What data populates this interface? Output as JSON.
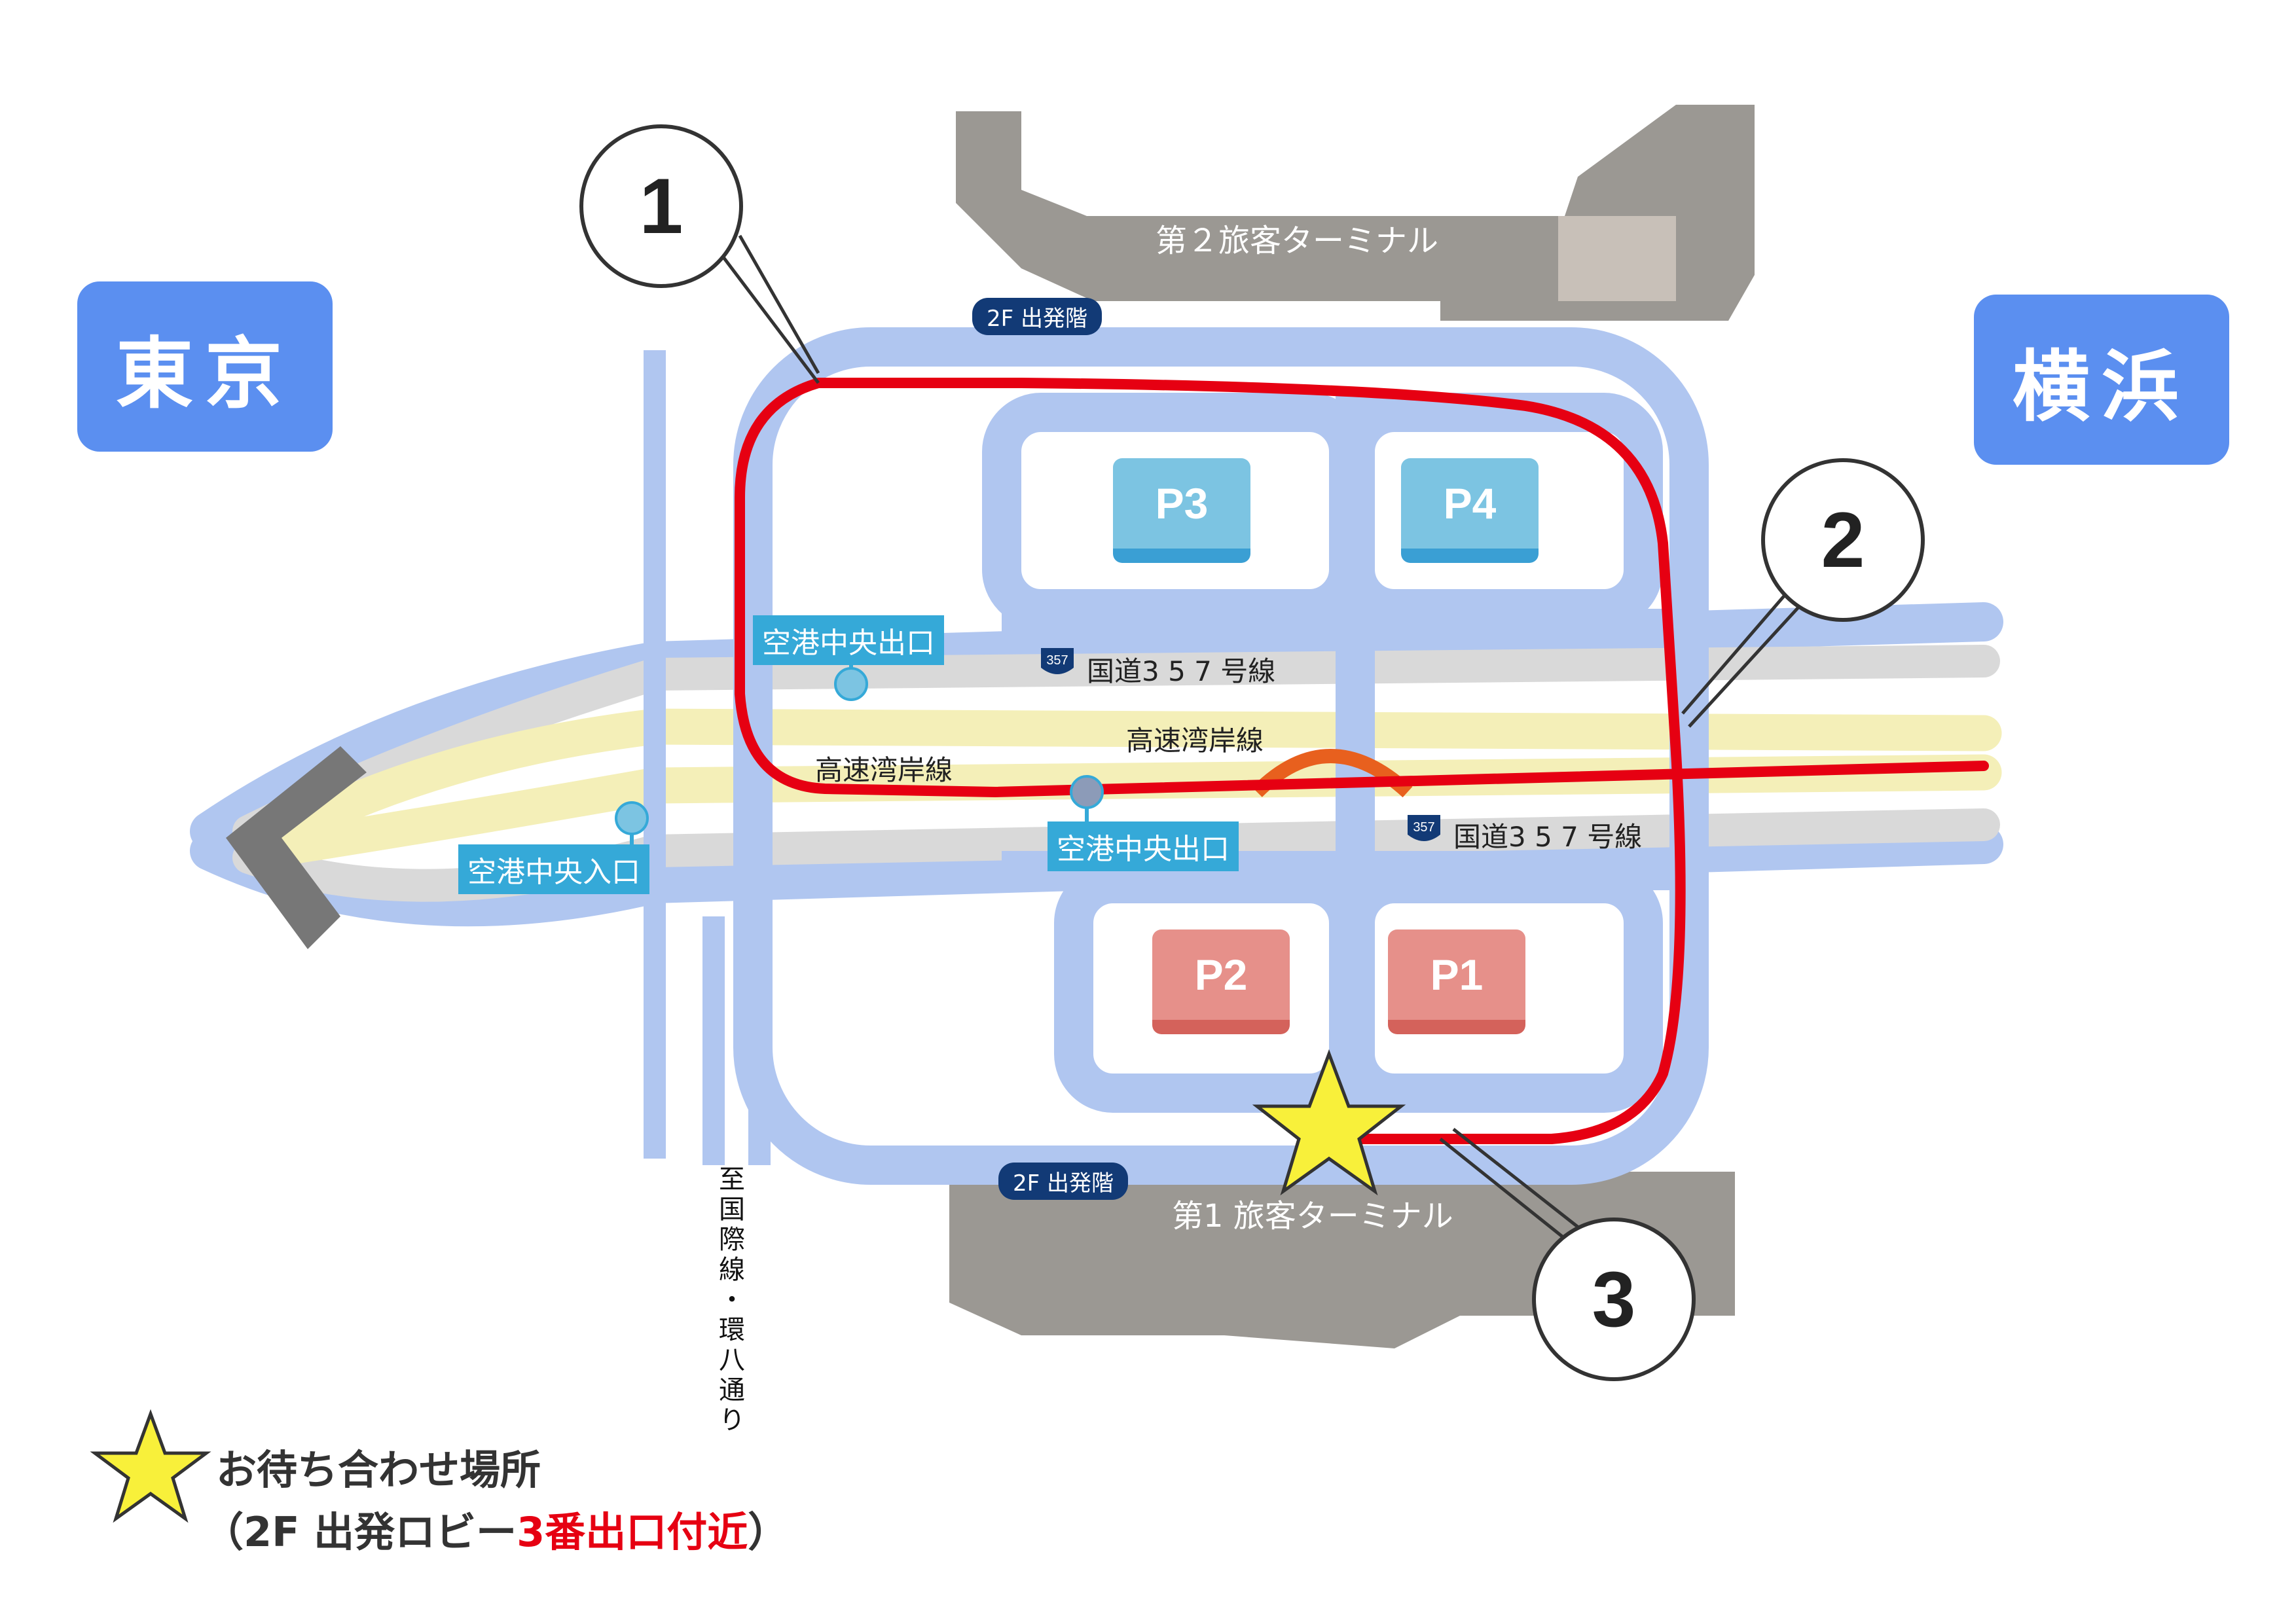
{
  "cities": {
    "left": "東京",
    "right": "横浜"
  },
  "terminals": {
    "t2": "第２旅客ターミナル",
    "t1": "第1 旅客ターミナル"
  },
  "departure_tags": {
    "t2": "2F 出発階",
    "t1": "2F 出発階"
  },
  "parking": {
    "p1": "P1",
    "p2": "P2",
    "p3": "P3",
    "p4": "P4"
  },
  "exits": {
    "center_exit_upper": "空港中央出口",
    "center_exit_lower": "空港中央出口",
    "center_entrance": "空港中央入口"
  },
  "roads": {
    "route357_upper": "国道3 5 7 号線",
    "route357_lower": "国道3 5 7 号線",
    "route_shield": "357",
    "bayshore_left": "高速湾岸線",
    "bayshore_center": "高速湾岸線",
    "intl_line": "至国際線・環八通り"
  },
  "callouts": [
    "1",
    "2",
    "3"
  ],
  "legend": {
    "line1": "お待ち合わせ場所",
    "line2_prefix": "（2F 出発ロビー",
    "line2_highlight": "3番出口付近",
    "line2_suffix": "）"
  },
  "colors": {
    "road": "#b0c6f0",
    "expressway": "#f4efb8",
    "terminal": "#9b9893",
    "route_highlight": "#e60012",
    "city_box": "#5b8ff0",
    "star": "#f8f03a"
  }
}
